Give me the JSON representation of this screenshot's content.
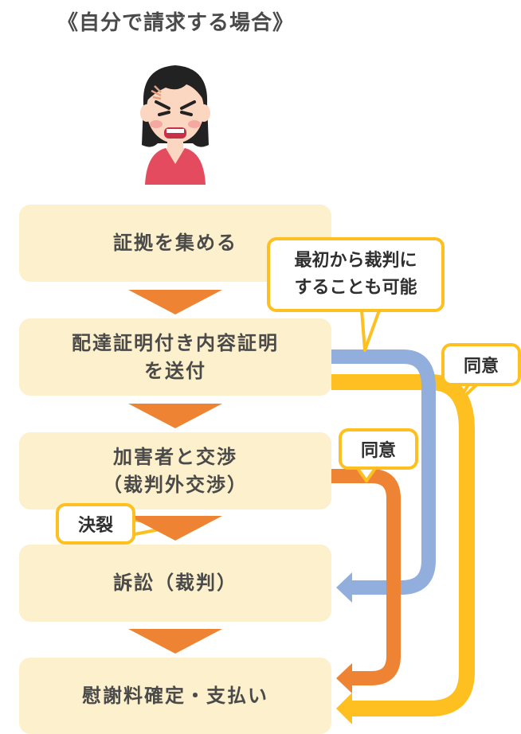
{
  "title": "《自分で請求する場合》",
  "steps": {
    "collect": "証拠を集める",
    "certified_line1": "配達証明付き内容証明",
    "certified_line2": "を送付",
    "negotiate_line1": "加害者と交渉",
    "negotiate_line2": "（裁判外交渉）",
    "lawsuit": "訴訟（裁判）",
    "settlement": "慰謝料確定・支払い"
  },
  "callouts": {
    "court_line1": "最初から裁判に",
    "court_line2": "することも可能",
    "agree_yellow": "同意",
    "agree_orange": "同意",
    "breakdown": "決裂"
  },
  "colors": {
    "box_fill": "#fdf0cc",
    "arrow_orange": "#ee8433",
    "arrow_blue": "#92aedd",
    "arrow_yellow": "#fdc020",
    "callout_border": "#fdc020"
  },
  "icons": {
    "person": "angry-woman-illustration"
  }
}
